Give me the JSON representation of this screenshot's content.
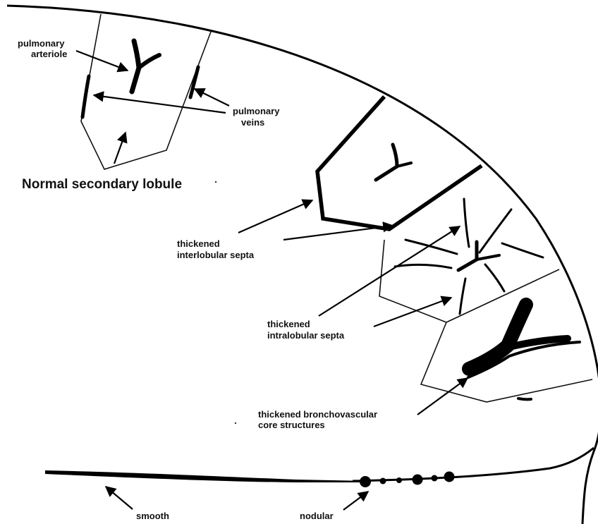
{
  "labels": {
    "pulmonary_arteriole": [
      "pulmonary",
      "arteriole"
    ],
    "pulmonary_veins": [
      "pulmonary",
      "veins"
    ],
    "normal_secondary_lobule": "Normal secondary lobule",
    "thickened_interlobular_septa": [
      "thickened",
      "interlobular septa"
    ],
    "thickened_intralobular_septa": [
      "thickened",
      "intralobular septa"
    ],
    "thickened_bronchovascular": [
      "thickened bronchovascular",
      "core structures"
    ],
    "smooth": "smooth",
    "nodular": "nodular"
  },
  "colors": {
    "ink": "#000000",
    "background": "#ffffff"
  }
}
